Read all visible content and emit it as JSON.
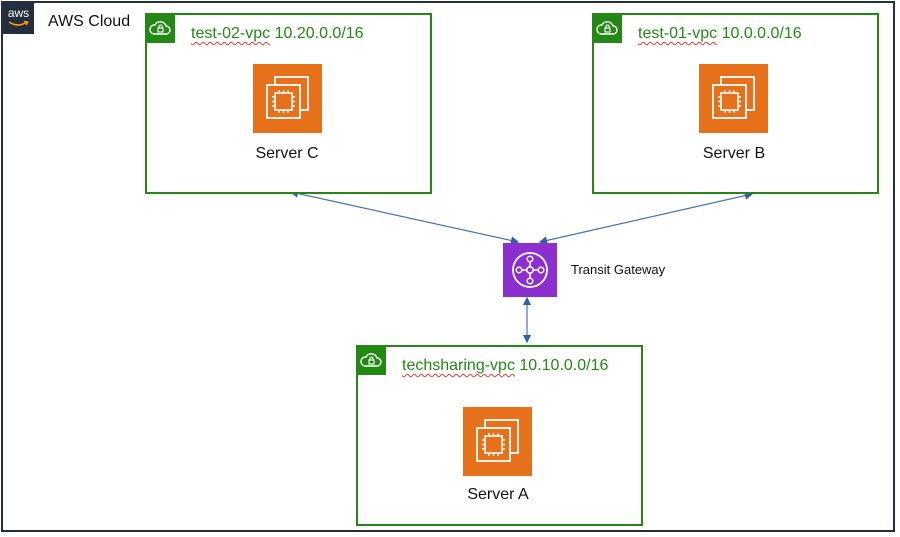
{
  "cloud": {
    "label": "AWS Cloud",
    "logo_text": "aws"
  },
  "vpcs": {
    "test02": {
      "name": "test-02-vpc",
      "cidr": "10.20.0.0/16",
      "server": "Server C"
    },
    "test01": {
      "name": "test-01-vpc",
      "cidr": "10.0.0.0/16",
      "server": "Server B"
    },
    "techsharing": {
      "name": "techsharing-vpc",
      "cidr": "10.10.0.0/16",
      "server": "Server A"
    }
  },
  "gateway": {
    "label": "Transit Gateway"
  },
  "icons": {
    "vpc": "vpc-cloud-lock-icon",
    "server": "ec2-instance-icon",
    "gateway": "transit-gateway-icon",
    "logo": "aws-logo"
  },
  "colors": {
    "vpc_green": "#248814",
    "ec2_orange": "#e7711b",
    "tgw_purple": "#8c2fd1",
    "arrow_blue": "#4a72b8",
    "frame_dark": "#232f3e"
  }
}
